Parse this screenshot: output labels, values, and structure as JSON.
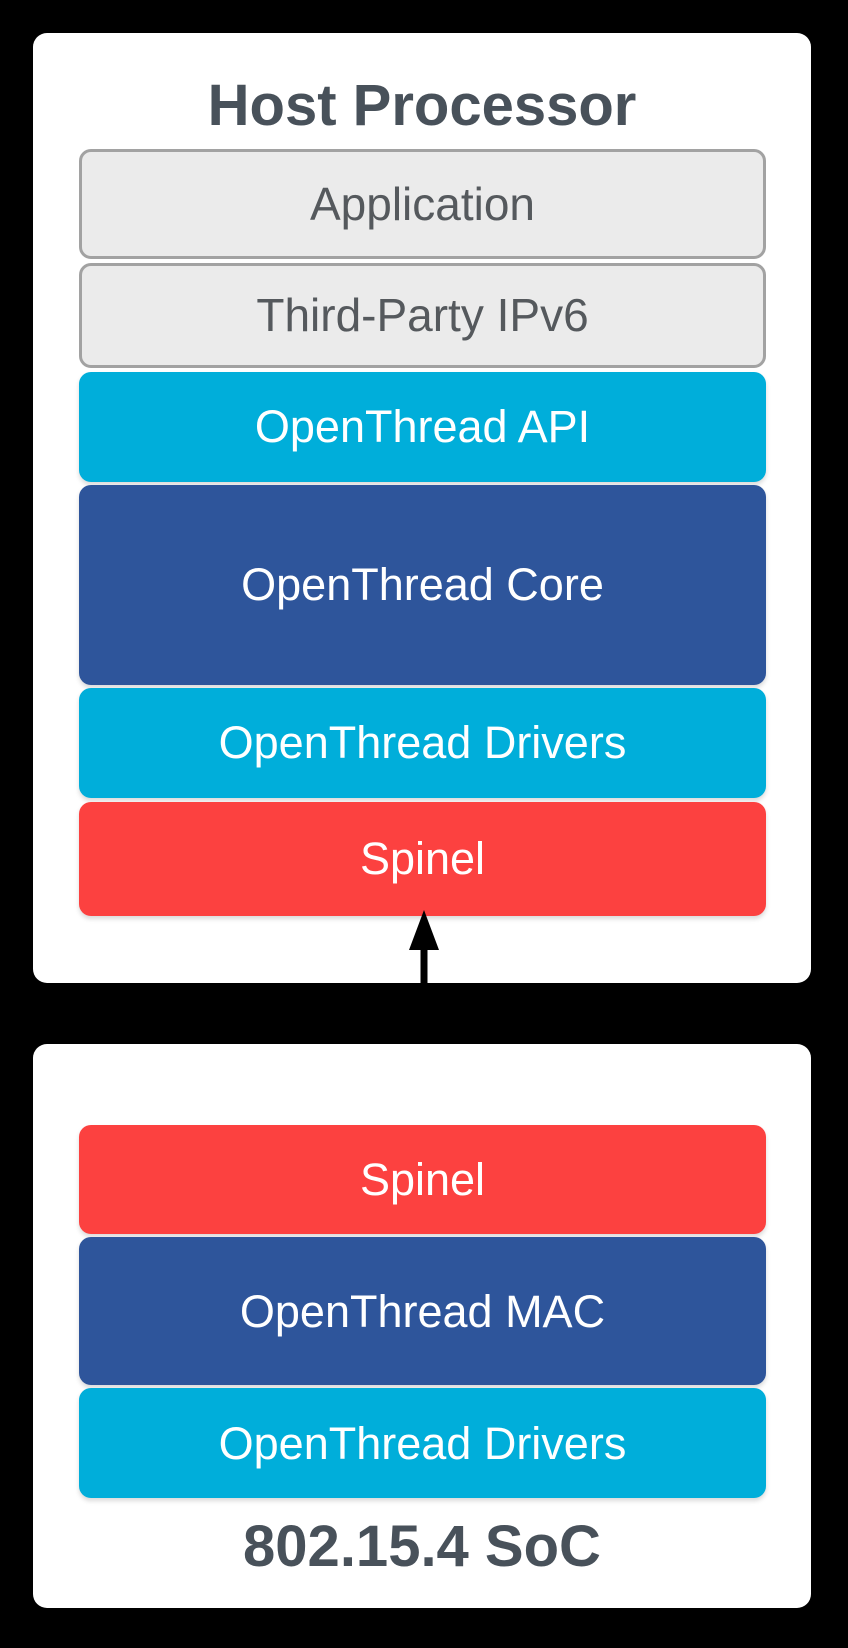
{
  "diagram": {
    "host": {
      "title": "Host Processor",
      "layers": [
        {
          "label": "Application",
          "type": "gray"
        },
        {
          "label": "Third-Party IPv6",
          "type": "gray"
        },
        {
          "label": "OpenThread API",
          "type": "cyan"
        },
        {
          "label": "OpenThread Core",
          "type": "blue"
        },
        {
          "label": "OpenThread Drivers",
          "type": "cyan"
        },
        {
          "label": "Spinel",
          "type": "red"
        }
      ]
    },
    "soc": {
      "title": "802.15.4 SoC",
      "layers": [
        {
          "label": "Spinel",
          "type": "red"
        },
        {
          "label": "OpenThread MAC",
          "type": "blue"
        },
        {
          "label": "OpenThread Drivers",
          "type": "cyan"
        }
      ]
    },
    "connector": {
      "type": "double-headed-vertical-arrow",
      "from": "Spinel (Host Processor)",
      "to": "Spinel (802.15.4 SoC)"
    },
    "colors": {
      "cyan": "#00AEDA",
      "blue": "#2E559B",
      "red": "#FC4140",
      "gray_fill": "#EBEBEB",
      "gray_border": "#A2A2A2",
      "title_text": "#48515A",
      "label_on_gray": "#55595D",
      "panel_bg": "#FFFFFF",
      "canvas_bg": "#000000"
    }
  }
}
